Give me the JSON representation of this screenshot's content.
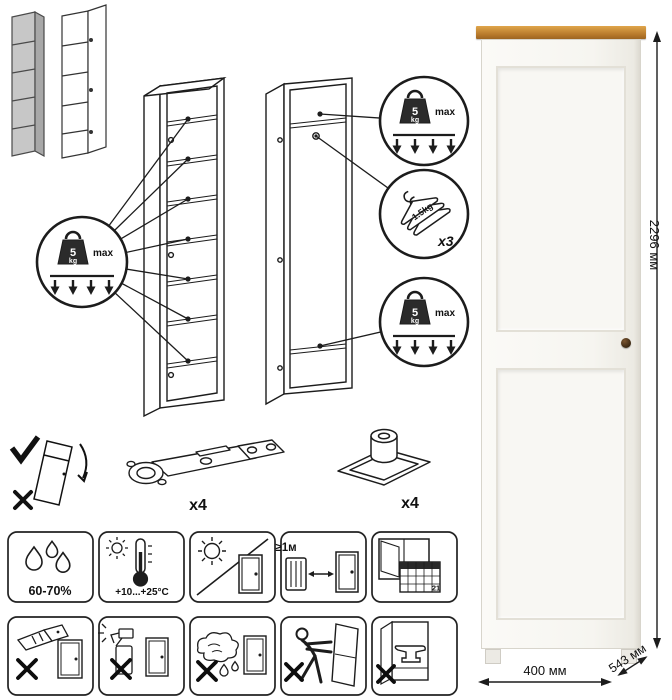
{
  "dimensions": {
    "height": "2296 мм",
    "width": "400 мм",
    "depth": "543 мм"
  },
  "load_badges": {
    "shelf": {
      "value": "5",
      "unit": "kg",
      "qualifier": "max"
    },
    "top_shelf": {
      "value": "5",
      "unit": "kg",
      "qualifier": "max"
    },
    "bottom_shelf": {
      "value": "5",
      "unit": "kg",
      "qualifier": "max"
    },
    "hanger": {
      "value": "1.5kg",
      "count": "x3"
    }
  },
  "hardware": {
    "hinge_count": "x4",
    "foot_count": "x4"
  },
  "care": {
    "humidity": "60-70%",
    "temperature": "+10...+25°С",
    "heat_distance": "≥1м",
    "calendar_day": "21"
  },
  "colors": {
    "line": "#1c1c1c",
    "wood_top": "#c9892f",
    "body_white": "#f7f6f1",
    "knob": "#3e2b15"
  },
  "icons": {
    "load": "weight-icon",
    "hangers": "hanger-icon",
    "humidity": "water-drops-icon",
    "temperature": "thermometer-icon",
    "sunlight": "sun-icon",
    "heat_source": "radiator-icon",
    "ventilation": "window-icon",
    "no_sharp_tools": "cutter-icon",
    "no_chemicals": "spray-bottle-icon",
    "no_wet_cloth": "wet-rag-icon",
    "no_dragging": "person-pushing-icon",
    "no_heavy_load": "anvil-icon"
  }
}
